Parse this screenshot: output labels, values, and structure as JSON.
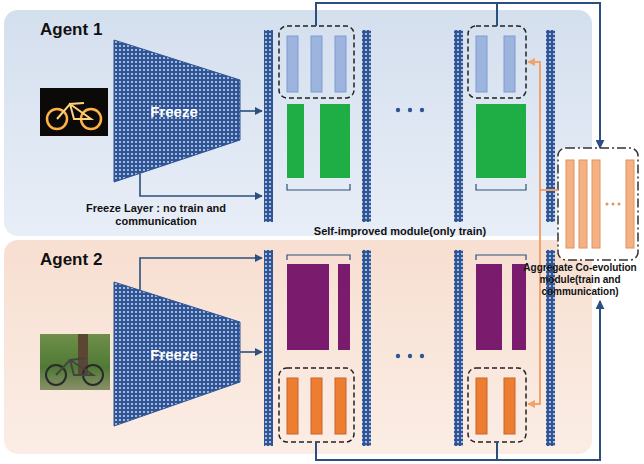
{
  "diagram": {
    "nodes": [
      {
        "text": [
          "Agent 1"
        ]
      },
      {
        "text": [
          "Freeze"
        ],
        "in": 0
      },
      {
        "text": [
          "Agent 2"
        ]
      },
      {
        "text": [
          "Freeze"
        ],
        "in": 2
      },
      {
        "text": [
          "Aggregate Co-evolution module(train and communication)"
        ]
      }
    ],
    "edges": [
      {
        "from": 0,
        "to": 4,
        "arrow": "to"
      },
      {
        "from": 2,
        "to": 4,
        "arrow": "to"
      }
    ],
    "labels": [
      "Freeze Layer : no train and communication",
      "Self-improved module(only train)"
    ]
  }
}
